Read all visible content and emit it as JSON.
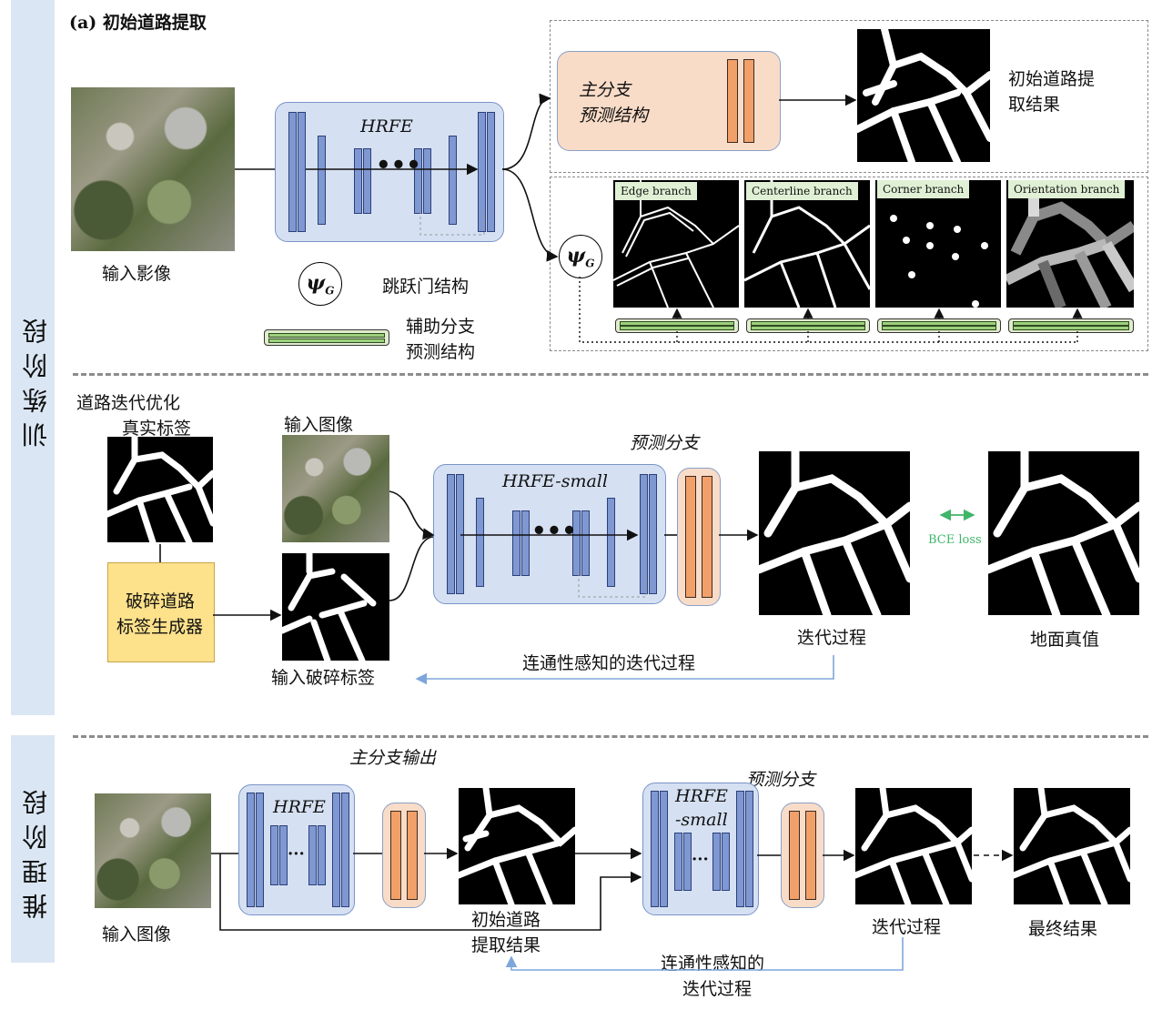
{
  "stages": {
    "training": "训练阶段",
    "inference": "推理阶段"
  },
  "section_a": {
    "title": "(a) 初始道路提取",
    "input_label": "输入影像",
    "hrfe_label": "HRFE",
    "main_branch_label_1": "主分支",
    "main_branch_label_2": "预测结构",
    "initial_result_1": "初始道路提",
    "initial_result_2": "取结果",
    "psi_symbol": "ψ",
    "psi_sub": "G",
    "legend_skip_gate": "跳跃门结构",
    "legend_aux_1": "辅助分支",
    "legend_aux_2": "预测结构",
    "aux_branches": [
      "Edge branch",
      "Centerline  branch",
      "Corner  branch",
      "Orientation  branch"
    ]
  },
  "section_b": {
    "title": "道路迭代优化",
    "gt_label": "真实标签",
    "input_image_label": "输入图像",
    "generator_label_1": "破碎道路",
    "generator_label_2": "标签生成器",
    "broken_label": "输入破碎标签",
    "hrfe_small_label": "HRFE-small",
    "pred_branch_label": "预测分支",
    "iter_label": "迭代过程",
    "ground_truth_label": "地面真值",
    "loss_label": "BCE loss",
    "loop_label": "连通性感知的迭代过程"
  },
  "section_c": {
    "main_out_label": "主分支输出",
    "input_label": "输入图像",
    "hrfe_label": "HRFE",
    "initial_result_1": "初始道路",
    "initial_result_2": "提取结果",
    "hrfe_small_1": "HRFE",
    "hrfe_small_2": "-small",
    "pred_branch_label": "预测分支",
    "iter_label": "迭代过程",
    "final_label": "最终结果",
    "loop_label_1": "连通性感知的",
    "loop_label_2": "迭代过程"
  },
  "colors": {
    "band": "#dae6f3",
    "hrfe_fill": "#d5e0f2",
    "hrfe_bar": "#7f98d2",
    "pred_fill": "#f8dcc8",
    "pred_bar": "#f2a06a",
    "aux_green": "#9cd07d",
    "generator_yellow": "#fde18b",
    "loop_arrow": "#7ea6dc",
    "loss_green": "#3fb66a"
  }
}
